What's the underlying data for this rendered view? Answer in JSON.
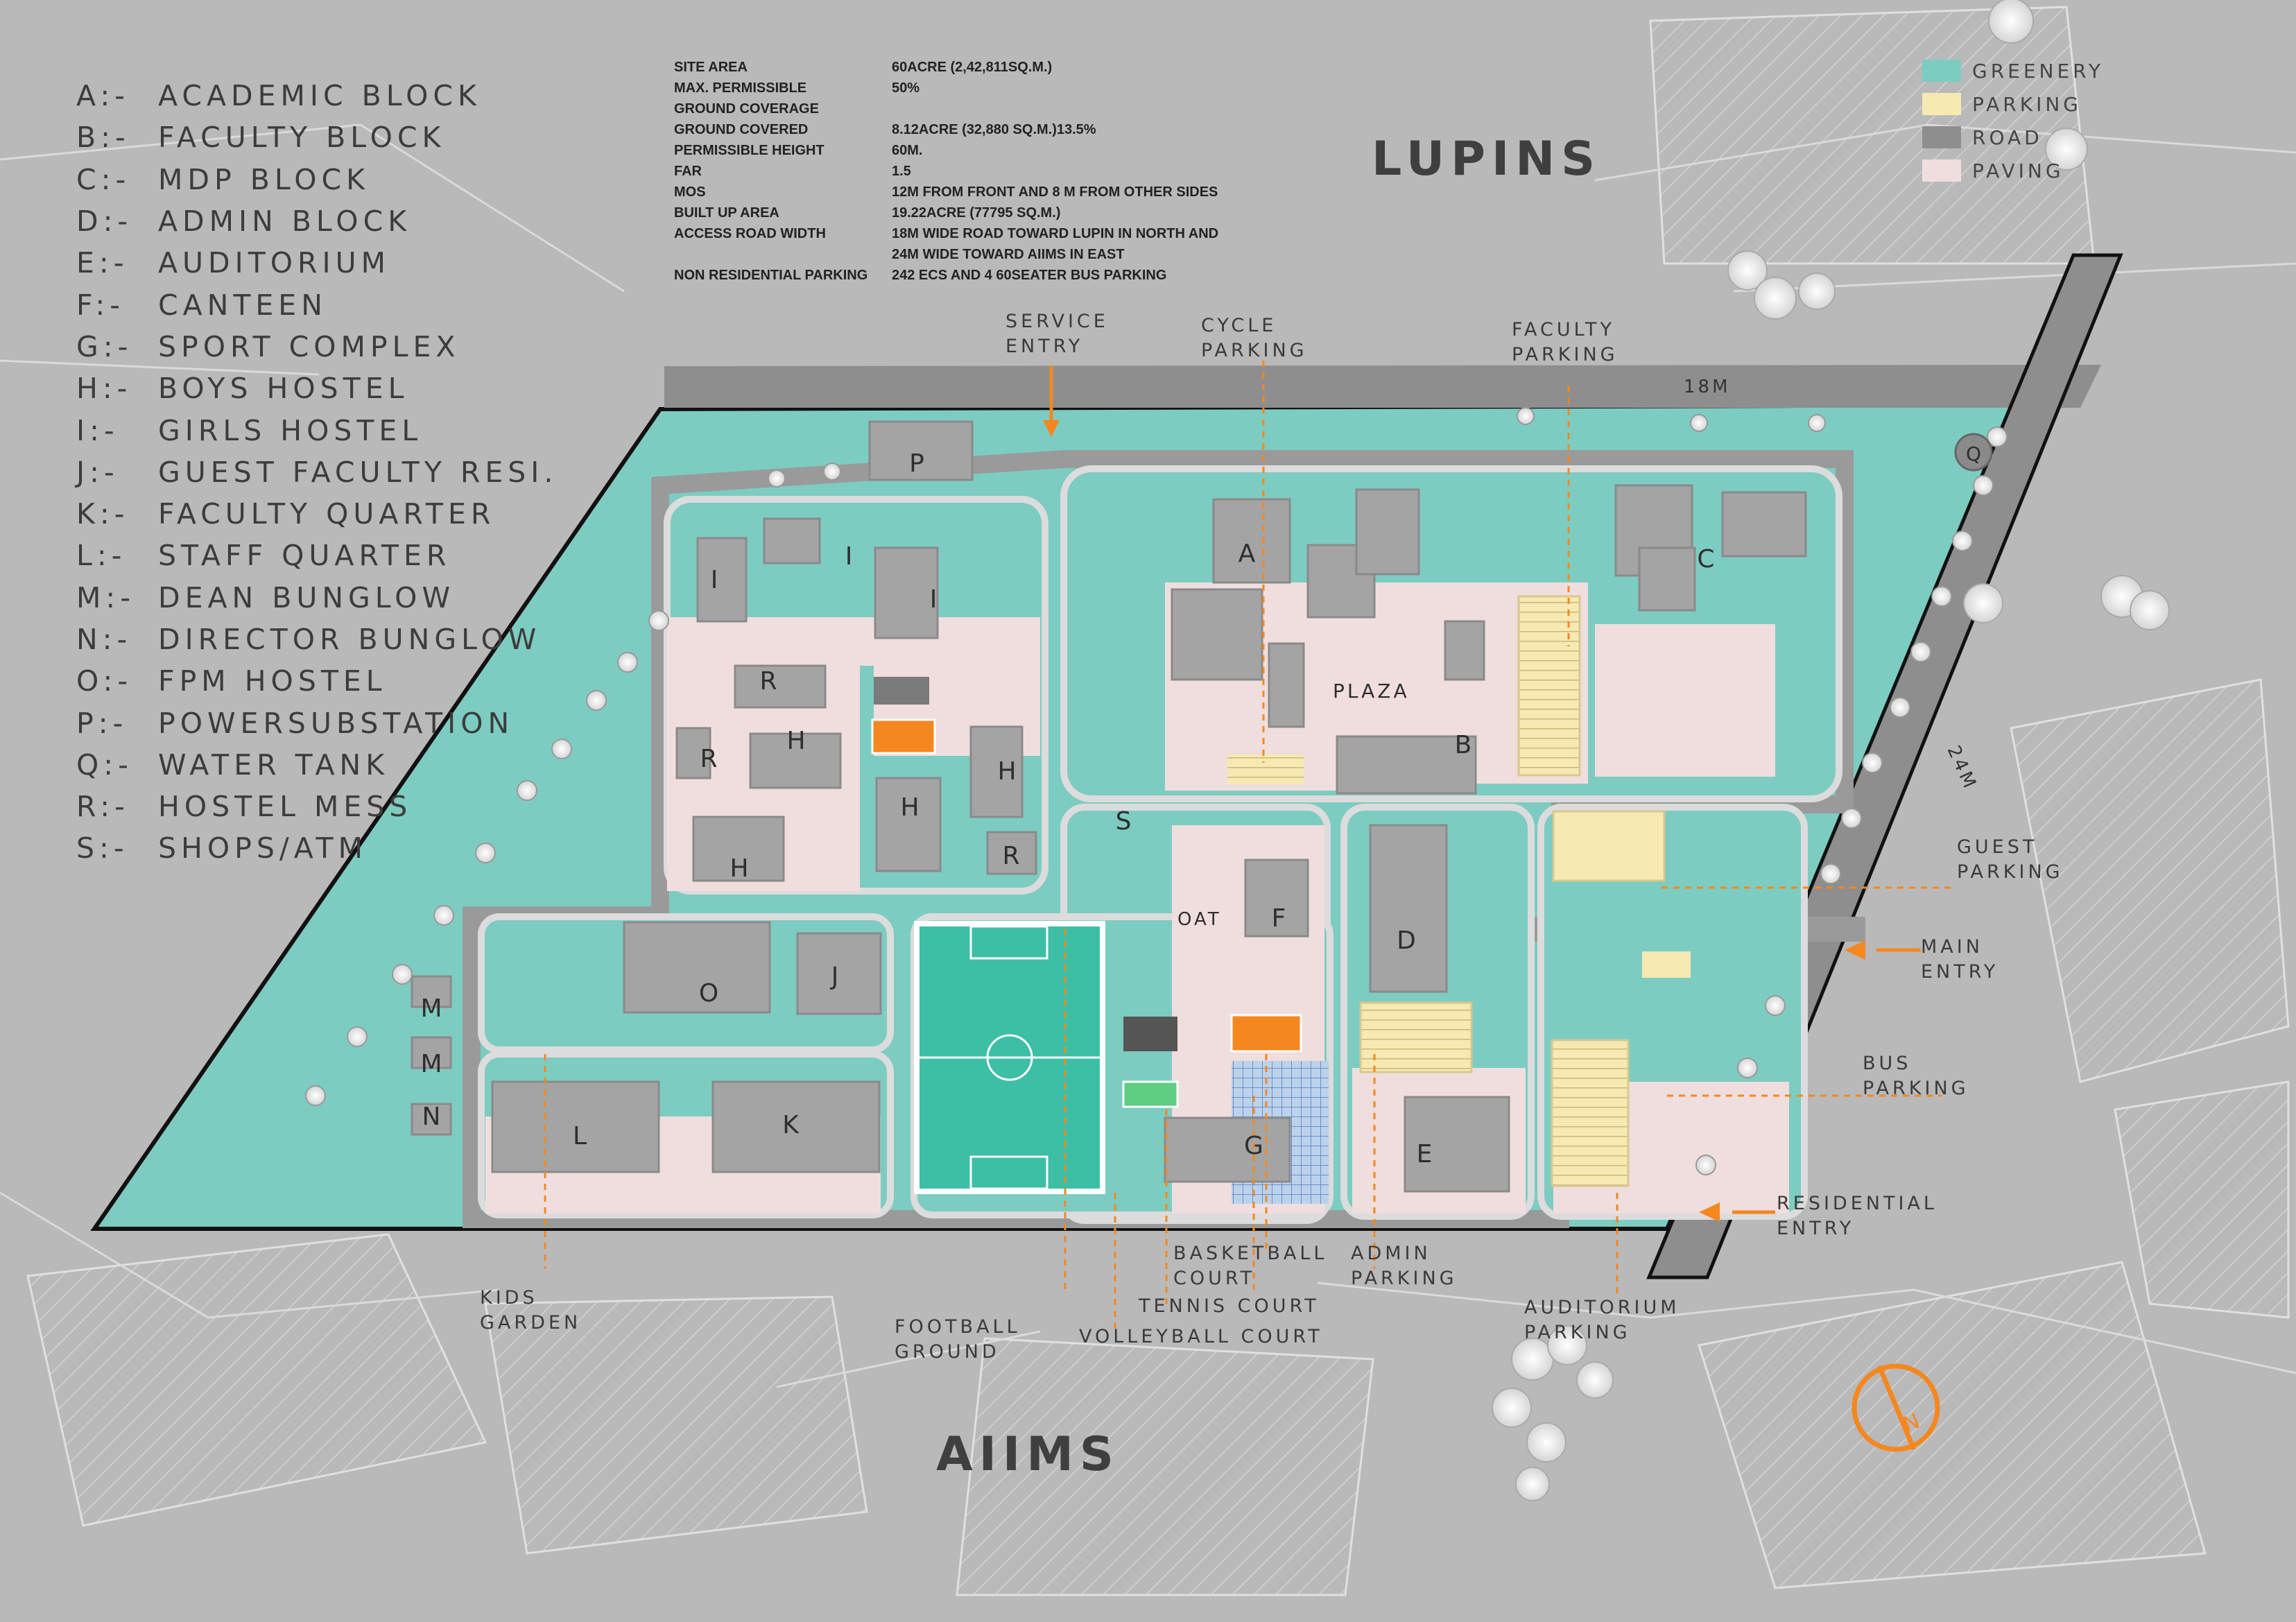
{
  "legend": [
    {
      "code": "A:-",
      "name": "ACADEMIC BLOCK"
    },
    {
      "code": "B:-",
      "name": "FACULTY BLOCK"
    },
    {
      "code": "C:-",
      "name": "MDP BLOCK"
    },
    {
      "code": "D:-",
      "name": "ADMIN BLOCK"
    },
    {
      "code": "E:-",
      "name": "AUDITORIUM"
    },
    {
      "code": "F:-",
      "name": "CANTEEN"
    },
    {
      "code": "G:-",
      "name": "SPORT COMPLEX"
    },
    {
      "code": "H:-",
      "name": "BOYS HOSTEL"
    },
    {
      "code": "I:-",
      "name": "GIRLS HOSTEL"
    },
    {
      "code": "J:-",
      "name": "GUEST FACULTY RESI."
    },
    {
      "code": "K:-",
      "name": "FACULTY QUARTER"
    },
    {
      "code": "L:-",
      "name": "STAFF QUARTER"
    },
    {
      "code": "M:-",
      "name": "DEAN BUNGLOW"
    },
    {
      "code": "N:-",
      "name": "DIRECTOR BUNGLOW"
    },
    {
      "code": "O:-",
      "name": "FPM HOSTEL"
    },
    {
      "code": "P:-",
      "name": "POWERSUBSTATION"
    },
    {
      "code": "Q:-",
      "name": "WATER TANK"
    },
    {
      "code": "R:-",
      "name": "HOSTEL MESS"
    },
    {
      "code": "S:-",
      "name": "SHOPS/ATM"
    }
  ],
  "site_data": [
    {
      "label": "SITE AREA",
      "value": "60ACRE (2,42,811SQ.M.)"
    },
    {
      "label": "MAX. PERMISSIBLE",
      "value": "50%"
    },
    {
      "label": "GROUND COVERAGE",
      "value": ""
    },
    {
      "label": "GROUND COVERED",
      "value": "8.12ACRE (32,880 SQ.M.)13.5%"
    },
    {
      "label": "PERMISSIBLE HEIGHT",
      "value": "60M."
    },
    {
      "label": "FAR",
      "value": "1.5"
    },
    {
      "label": "MOS",
      "value": "12M FROM FRONT AND 8 M FROM OTHER SIDES"
    },
    {
      "label": "BUILT UP AREA",
      "value": "19.22ACRE (77795 SQ.M.)"
    },
    {
      "label": "ACCESS ROAD WIDTH",
      "value": "18M WIDE ROAD TOWARD LUPIN IN NORTH AND"
    },
    {
      "label": "",
      "value": "24M WIDE TOWARD AIIMS IN EAST"
    },
    {
      "label": "NON RESIDENTIAL PARKING",
      "value": "242 ECS AND 4 60SEATER BUS PARKING"
    }
  ],
  "key": [
    {
      "label": "GREENERY",
      "color": "#7dccc1"
    },
    {
      "label": "PARKING",
      "color": "#f6e9b2"
    },
    {
      "label": "ROAD",
      "color": "#8e8e8e"
    },
    {
      "label": "PAVING",
      "color": "#f0dede"
    }
  ],
  "places": {
    "north": "LUPINS",
    "south": "AIIMS"
  },
  "roads": {
    "north_width": "18M",
    "east_width": "24M"
  },
  "blocks": {
    "A": "A",
    "B": "B",
    "C": "C",
    "D": "D",
    "E": "E",
    "F": "F",
    "G": "G",
    "H": "H",
    "I": "I",
    "J": "J",
    "K": "K",
    "L": "L",
    "M": "M",
    "N": "N",
    "O": "O",
    "P": "P",
    "Q": "Q",
    "R": "R",
    "S": "S"
  },
  "zones": {
    "plaza": "PLAZA",
    "oat": "OAT"
  },
  "compass": "N",
  "callouts": {
    "service_entry": [
      "SERVICE",
      "ENTRY"
    ],
    "cycle_parking": [
      "CYCLE",
      "PARKING"
    ],
    "faculty_parking": [
      "FACULTY",
      "PARKING"
    ],
    "guest_parking": [
      "GUEST",
      "PARKING"
    ],
    "main_entry": [
      "MAIN",
      "ENTRY"
    ],
    "bus_parking": [
      "BUS",
      "PARKING"
    ],
    "residential_entry": [
      "RESIDENTIAL",
      "ENTRY"
    ],
    "kids_garden": [
      "KIDS",
      "GARDEN"
    ],
    "football_ground": [
      "FOOTBALL",
      "GROUND"
    ],
    "basketball_court": [
      "BASKETBALL",
      "COURT"
    ],
    "tennis_court": [
      "TENNIS COURT"
    ],
    "volleyball_court": [
      "VOLLEYBALL COURT"
    ],
    "admin_parking": [
      "ADMIN",
      "PARKING"
    ],
    "auditorium_parking": [
      "AUDITORIUM",
      "PARKING"
    ]
  },
  "colors": {
    "background": "#b9b9ba",
    "greenery": "#7dccc1",
    "paving": "#f0dede",
    "road": "#8e8e8e",
    "parking": "#f6e9b2",
    "building": "#a4a4a4",
    "accent": "#f5871f",
    "football": "#3dbfa6",
    "boundary": "#111111"
  }
}
